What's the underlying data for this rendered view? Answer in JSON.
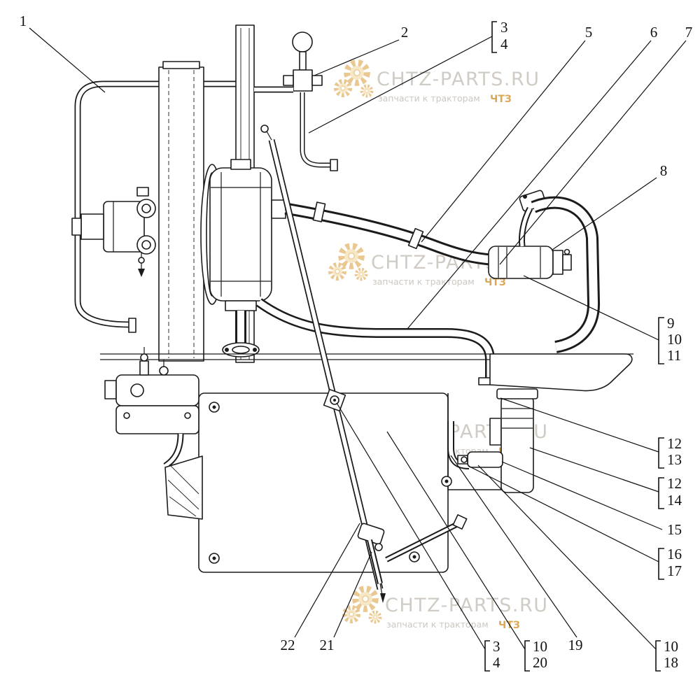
{
  "figure": {
    "description": "Exploded technical line drawing of a tractor engine lubrication and fuel system assembly with numbered part callouts"
  },
  "colors": {
    "ink": "#1b1b1b",
    "background": "#ffffff",
    "watermark_text": "#ccc7bf",
    "watermark_accent": "#d89f45",
    "watermark_gear": "#e8c386"
  },
  "watermark": {
    "brand": "CHTZ-PARTS.RU",
    "tagline": "запчасти к тракторам",
    "tagline_brand": "ЧТЗ"
  },
  "callouts": {
    "c1": "1",
    "c2": "2",
    "c3_top": "3",
    "c4_top": "4",
    "c5": "5",
    "c6": "6",
    "c7": "7",
    "c8": "8",
    "c9": "9",
    "c10_right": "10",
    "c11": "11",
    "c12_a": "12",
    "c13": "13",
    "c12_b": "12",
    "c14": "14",
    "c15": "15",
    "c16": "16",
    "c17": "17",
    "c22": "22",
    "c21": "21",
    "c3_bottom": "3",
    "c4_bottom": "4",
    "c10_bottom": "10",
    "c20": "20",
    "c19": "19",
    "c10_bottom_right": "10",
    "c18": "18"
  }
}
